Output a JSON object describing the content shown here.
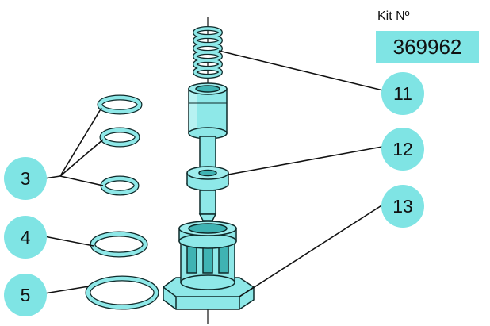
{
  "kit": {
    "label": "Kit Nº",
    "number": "369962"
  },
  "callouts": [
    {
      "id": "3",
      "part": "o-ring set (3 pcs)"
    },
    {
      "id": "4",
      "part": "o-ring"
    },
    {
      "id": "5",
      "part": "o-ring"
    },
    {
      "id": "11",
      "part": "spring"
    },
    {
      "id": "12",
      "part": "valve stem"
    },
    {
      "id": "13",
      "part": "valve body"
    }
  ],
  "colors": {
    "accent": "#7fe4e4",
    "part_fill": "#8ee8e8",
    "part_dark": "#3fb3b3",
    "outline": "#0f2a2a",
    "leader": "#111111"
  }
}
